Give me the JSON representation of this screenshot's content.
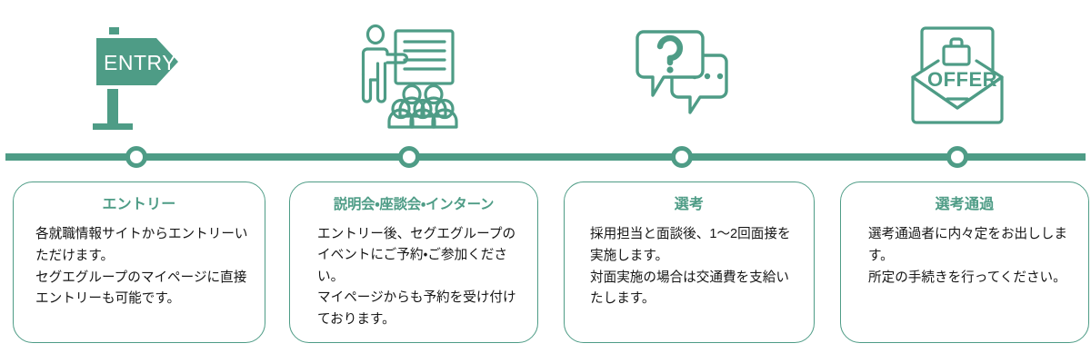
{
  "theme": {
    "accent": "#4e9c86",
    "background": "#ffffff",
    "text": "#161616",
    "card_border": "#4e9c86"
  },
  "timeline": {
    "name": "recruitment-flow-timeline",
    "orientation": "horizontal",
    "node_count": 4
  },
  "steps": [
    {
      "index": 1,
      "icon": "entry-signpost-icon",
      "icon_label": "ENTRY",
      "title": "エントリー",
      "body": "各就職情報サイトからエントリーいただけます。\nセグエグループのマイページに直接エントリーも可能です。"
    },
    {
      "index": 2,
      "icon": "presentation-audience-icon",
      "icon_label": "",
      "title": "説明会・座談会・インターン",
      "body": "エントリー後、セグエグループのイベントにご予約・ご参加ください。\nマイページからも予約を受け付けております。"
    },
    {
      "index": 3,
      "icon": "speech-bubbles-question-icon",
      "icon_label": "",
      "title": "選考",
      "body": "採用担当と面談後、1〜2回面接を実施します。\n対面実施の場合は交通費を支給いたします。"
    },
    {
      "index": 4,
      "icon": "offer-envelope-icon",
      "icon_label": "OFFER",
      "title": "選考通過",
      "body": "選考通過者に内々定をお出しします。\n所定の手続きを行ってください。"
    }
  ]
}
